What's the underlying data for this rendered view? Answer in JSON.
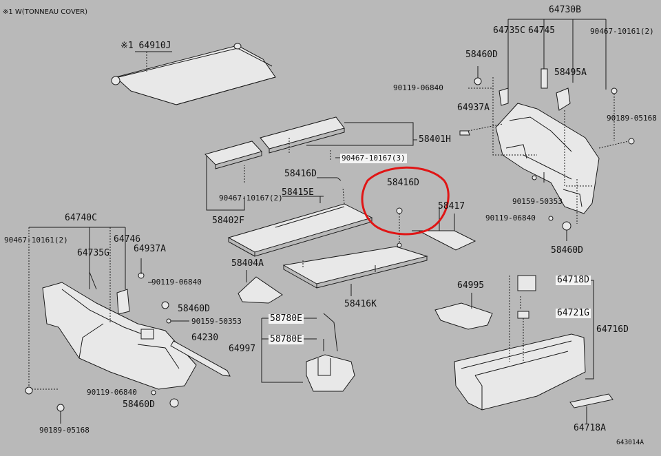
{
  "header": {
    "note": "※1 W(TONNEAU COVER)"
  },
  "footer": {
    "drawing_code": "643014A"
  },
  "colors": {
    "background": "#b9b9b9",
    "line": "#1a1a1a",
    "part_fill": "#e8e8e8",
    "highlight_circle": "#e01515",
    "label_highlight": "#f4f4f4"
  },
  "parts": {
    "p64910J": "※1 64910J",
    "p64730B": "64730B",
    "p64735C_top": "64735C",
    "p64745": "64745",
    "p90467_10161_2_top": "90467-10161(2)",
    "p58460D_top": "58460D",
    "p58495A": "58495A",
    "p90119_06840_top": "90119-06840",
    "p64937A_right": "64937A",
    "p90189_05168_right": "90189-05168",
    "p58401H": "58401H",
    "p90467_10167_3": "90467-10167(3)",
    "p58416D_center": "58416D",
    "p58416D_circled": "58416D",
    "p58417": "58417",
    "p58415E": "58415E",
    "p90467_10167_2": "90467-10167(2)",
    "p58402F": "58402F",
    "p90159_50353_right": "90159-50353",
    "p90119_06840_right": "90119-06840",
    "p58460D_right": "58460D",
    "p64740C": "64740C",
    "p90467_10161_2_left": "90467-10161(2)",
    "p64746": "64746",
    "p64735G": "64735G",
    "p64937A_left": "64937A",
    "p90119_06840_left": "90119-06840",
    "p58460D_left": "58460D",
    "p90159_50353_left": "90159-50353",
    "p58404A": "58404A",
    "p58416K": "58416K",
    "p64995": "64995",
    "p64718D": "64718D",
    "p64721G": "64721G",
    "p64716D": "64716D",
    "p58780E_1": "58780E",
    "p58780E_2": "58780E",
    "p64997": "64997",
    "p64230": "64230",
    "p90119_06840_bottom": "90119-06840",
    "p58460D_bottom": "58460D",
    "p90189_05168_bottom": "90189-05168",
    "p64718A": "64718A"
  }
}
